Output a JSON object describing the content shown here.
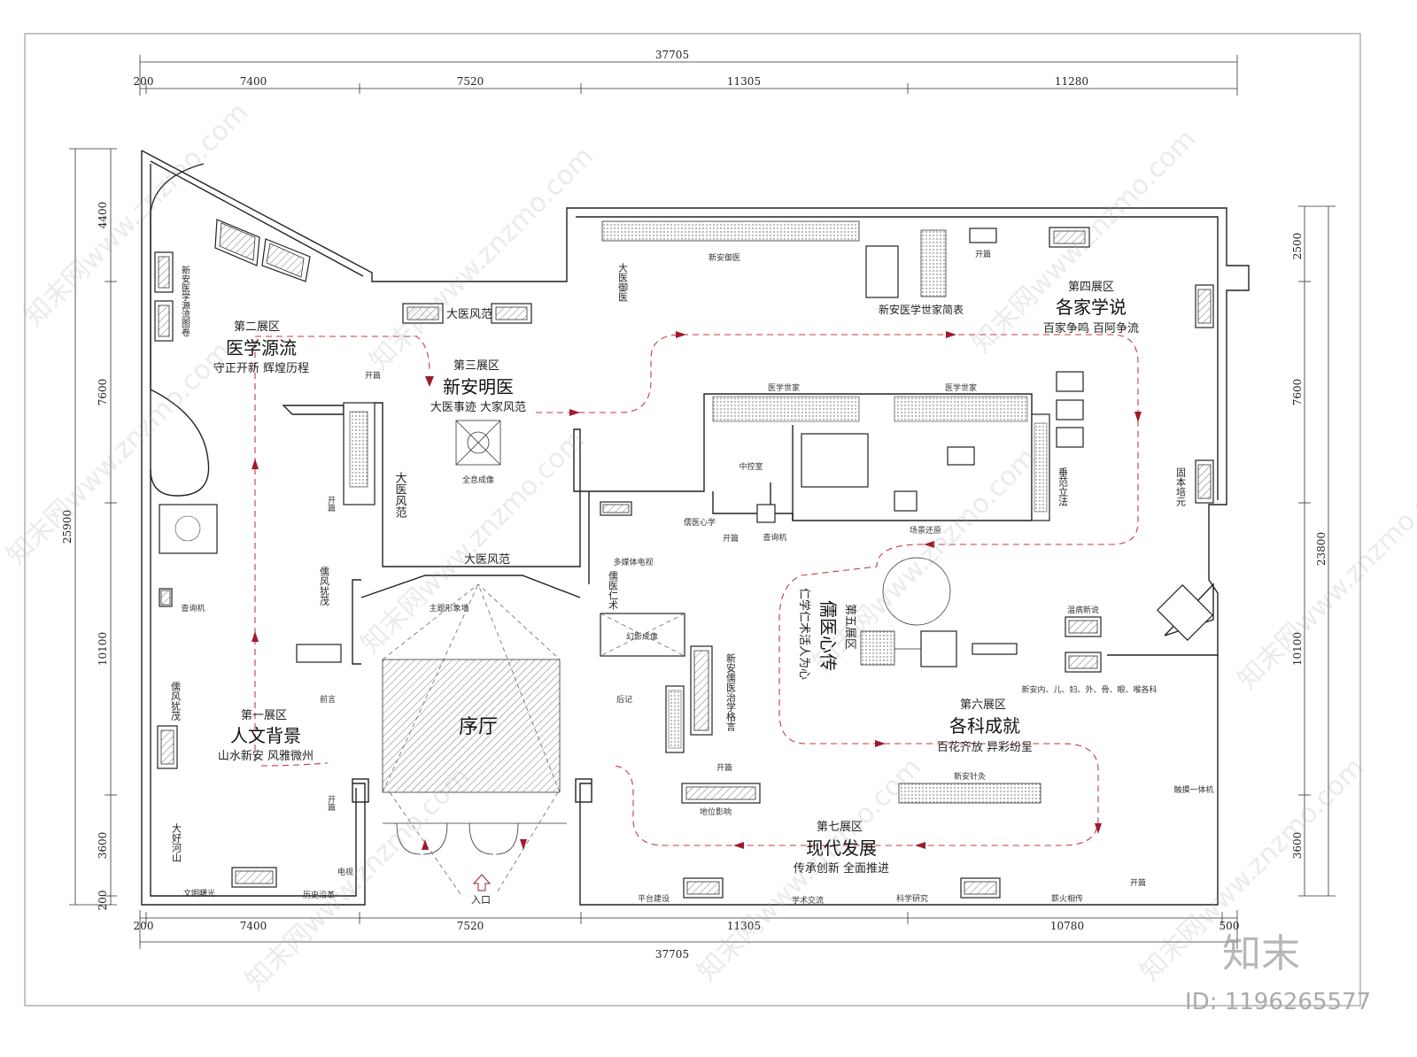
{
  "dimensions": {
    "top_total": "37705",
    "top_segments": [
      "200",
      "7400",
      "7520",
      "11305",
      "11280"
    ],
    "bottom_total": "37705",
    "bottom_segments": [
      "200",
      "7400",
      "7520",
      "11305",
      "10780",
      "500"
    ],
    "left_total": "25900",
    "left_segments": [
      "4400",
      "7600",
      "10100",
      "3600",
      "200"
    ],
    "right_total": "23800",
    "right_segments": [
      "2500",
      "7600",
      "10100",
      "3600"
    ]
  },
  "zones": [
    {
      "id": "z1",
      "num": "第一展区",
      "title": "人文背景",
      "sub": "山水新安  风雅微州"
    },
    {
      "id": "z2",
      "num": "第二展区",
      "title": "医学源流",
      "sub": "守正开新  辉煌历程"
    },
    {
      "id": "z3",
      "num": "第三展区",
      "title": "新安明医",
      "sub": "大医事迹  大家风范"
    },
    {
      "id": "z4",
      "num": "第四展区",
      "title": "各家学说",
      "sub": "百家争鸣  百阿争流"
    },
    {
      "id": "z5",
      "num": "第五展区",
      "title": "儒医心传",
      "sub": "仁学仁术活人为心"
    },
    {
      "id": "z6",
      "num": "第六展区",
      "title": "各科成就",
      "sub": "百花齐放  异彩纷呈"
    },
    {
      "id": "z7",
      "num": "第七展区",
      "title": "现代发展",
      "sub": "传承创新  全面推进"
    }
  ],
  "labels": {
    "lobby": "序厅",
    "entrance": "入口",
    "dayi_fengfan": "大医风范",
    "dayi_fengfan_v": "大医风范",
    "dayi_fengfan_bottom": "大医风范",
    "xinan_yuyi": "新安御医",
    "dayi_yuyi": "大医御医",
    "xinan_shijia": "新安医学世家简表",
    "kaipian": "开篇",
    "yixue_shijia_1": "医学世家",
    "yixue_shijia_2": "医学世家",
    "holo": "全息成像",
    "zhongkong": "中控室",
    "ruyi_xinxue": "儒医心学",
    "chaxunji": "查询机",
    "changjing": "场景还原",
    "chuifan": "垂范立法",
    "guben": "固本培元",
    "wenbing": "温病新说",
    "kebie": "新安内、儿、妇、外、骨、眼、喉各科",
    "chumo": "触摸一体机",
    "xinan_zhenjiu": "新安针灸",
    "diwei": "地位影响",
    "multimedia": "多媒体电视",
    "ruyi_renxin": "儒医仁术",
    "huanying": "幻影成像",
    "zhuti": "主题形象墙",
    "qianyan": "前言",
    "houji": "后记",
    "geyan": "新安儒医治学格言",
    "ruifeng_1": "儒风犹茂",
    "ruifeng_2": "儒风犹茂",
    "chaxun_left": "查询机",
    "dahao_heshan": "大好河山",
    "wenming": "文明曙光",
    "lishi": "历史沿革",
    "dianshi": "电视",
    "yuanliu": "新安医学源流图卷",
    "pingtai": "平台建设",
    "xueshu": "学术交流",
    "keyan": "科学研究",
    "xinhuo": "薪火相传"
  },
  "watermark": {
    "text": "知末网www.znzmo.com",
    "brand": "知末",
    "image_id": "ID: 1196265577"
  },
  "colors": {
    "route": "#c43a4a",
    "arrow": "#a11a2b",
    "wall": "#222222"
  }
}
